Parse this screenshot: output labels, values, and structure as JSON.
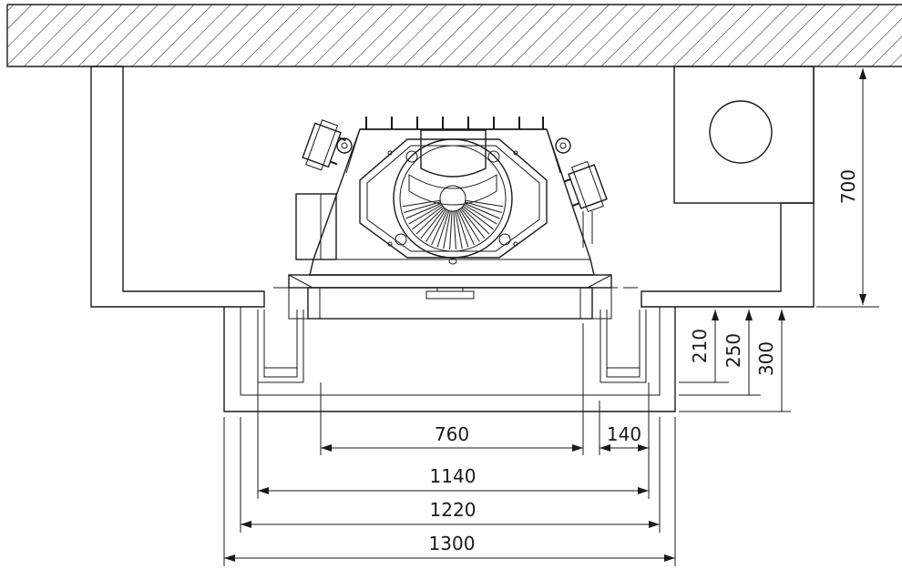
{
  "dimensions": {
    "horizontal": [
      "760",
      "140",
      "1140",
      "1220",
      "1300"
    ],
    "vertical": [
      "700",
      "210",
      "250",
      "300"
    ]
  }
}
